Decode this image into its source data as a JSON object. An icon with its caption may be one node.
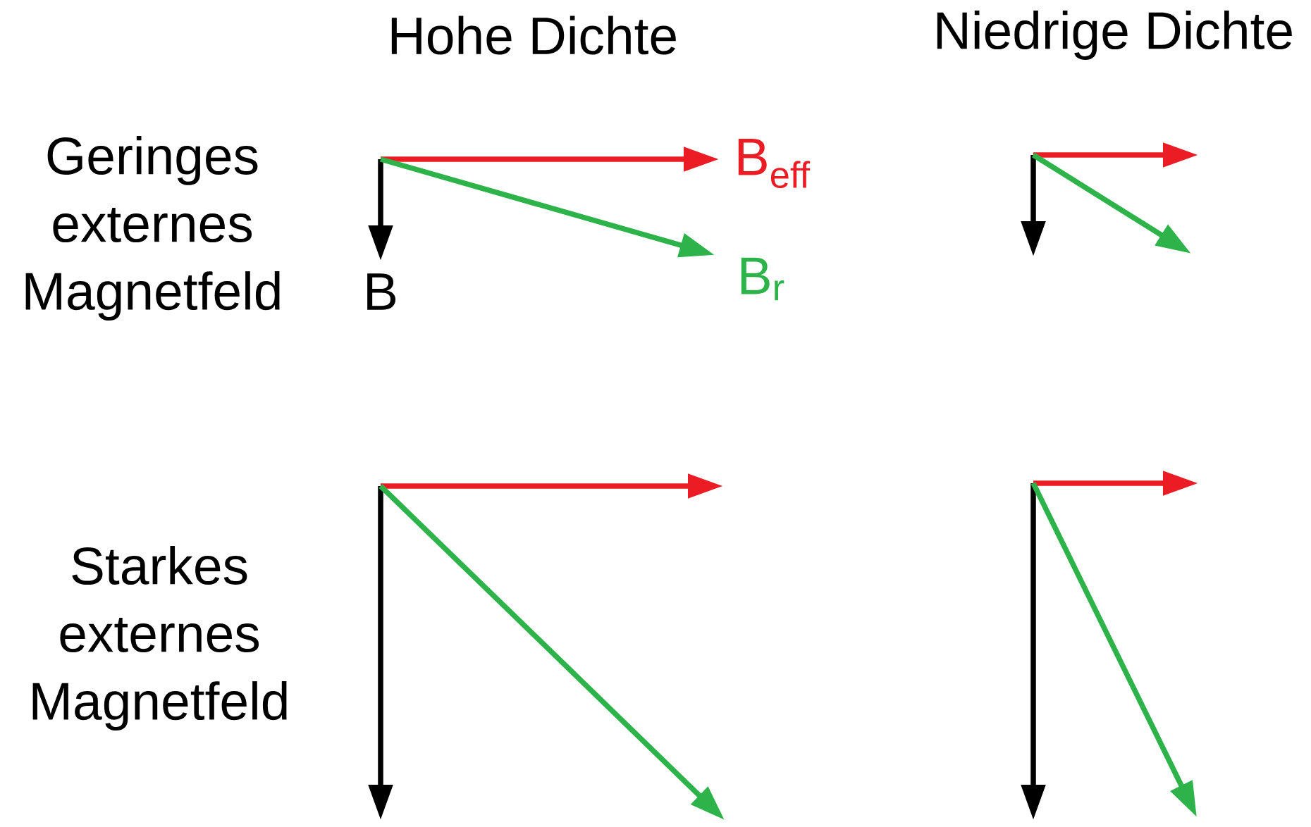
{
  "diagram": {
    "labels": [
      "Hohe Dichte",
      "Niedrige Dichte",
      "Geringes externes Magnetfeld",
      "B$_{eff}$",
      "B",
      "B$_{r}$",
      "Starkes externes Magnetfeld"
    ]
  }
}
